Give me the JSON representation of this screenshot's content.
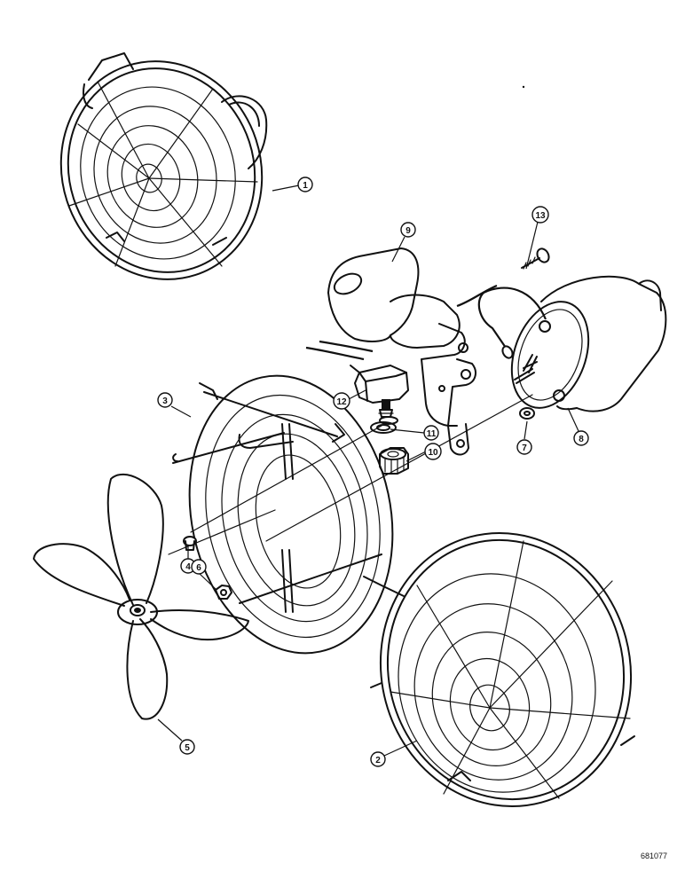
{
  "callouts": {
    "c1": "1",
    "c2": "2",
    "c3": "3",
    "c4": "4",
    "c5": "5",
    "c6": "6",
    "c7": "7",
    "c8": "8",
    "c9": "9",
    "c10": "10",
    "c11": "11",
    "c12": "12",
    "c13": "13"
  },
  "reference_code": "681077"
}
